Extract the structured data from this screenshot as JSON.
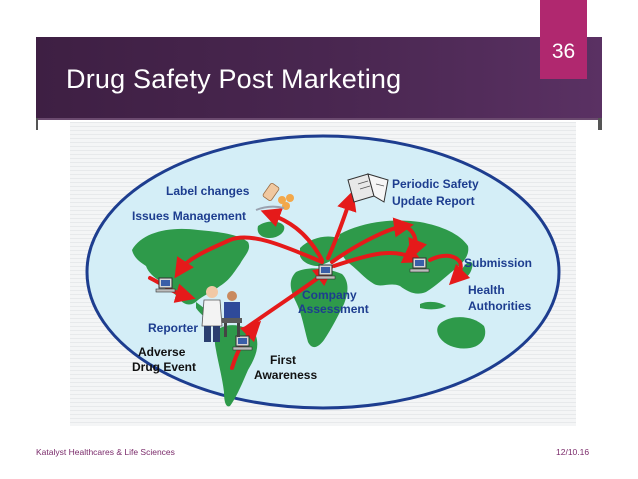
{
  "slide": {
    "title": "Drug Safety Post Marketing",
    "number": "36",
    "footer_left": "Katalyst Healthcares & Life Sciences",
    "footer_right": "12/10.16"
  },
  "diagram": {
    "labels": {
      "label_changes": "Label changes",
      "issues_management": "Issues Management",
      "periodic_line1": "Periodic Safety",
      "periodic_line2": "Update Report",
      "submission": "Submission",
      "health_line1": "Health",
      "health_line2": "Authorities",
      "company_line1": "Company",
      "company_line2": "Assessment",
      "reporter": "Reporter",
      "adverse_line1": "Adverse",
      "adverse_line2": "Drug Event",
      "first_line1": "First",
      "first_line2": "Awareness"
    },
    "colors": {
      "ocean": "#d4eef7",
      "land": "#2e9a4a",
      "ellipse_stroke": "#1d3d8f",
      "arrow": "#e51a1a",
      "label_blue": "#1d3d8f",
      "label_black": "#111111",
      "header": "#45244d",
      "slide_number_box": "#b0286f"
    },
    "icons": [
      "computer-icon",
      "pills-icon",
      "report-book-icon",
      "people-icon"
    ]
  }
}
